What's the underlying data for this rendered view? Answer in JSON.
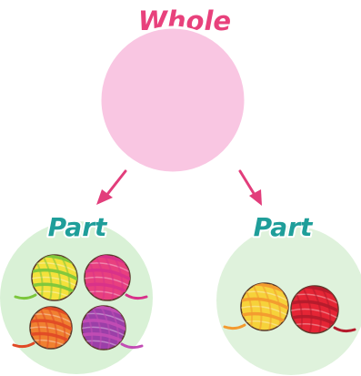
{
  "diagram": {
    "whole_label": "Whole",
    "left_part_label": "Part",
    "right_part_label": "Part",
    "colors": {
      "whole_label": "#e8417c",
      "part_label": "#1f9e9a",
      "whole_circle": "#f9c6e2",
      "part_circle": "#d9f1d6",
      "arrow": "#e23d7b"
    },
    "left_part_items": [
      {
        "name": "yarn-ball-green-yellow",
        "colors": [
          "#f4e13b",
          "#7cc63c"
        ]
      },
      {
        "name": "yarn-ball-pink",
        "colors": [
          "#e8407f",
          "#d8318a"
        ]
      },
      {
        "name": "yarn-ball-orange",
        "colors": [
          "#f08030",
          "#e04a26"
        ]
      },
      {
        "name": "yarn-ball-purple",
        "colors": [
          "#9b3fa8",
          "#c24db4"
        ]
      }
    ],
    "right_part_items": [
      {
        "name": "yarn-ball-yellow-orange",
        "colors": [
          "#f6d23a",
          "#f39a2f"
        ]
      },
      {
        "name": "yarn-ball-red",
        "colors": [
          "#e52535",
          "#b41b2c"
        ]
      }
    ]
  }
}
